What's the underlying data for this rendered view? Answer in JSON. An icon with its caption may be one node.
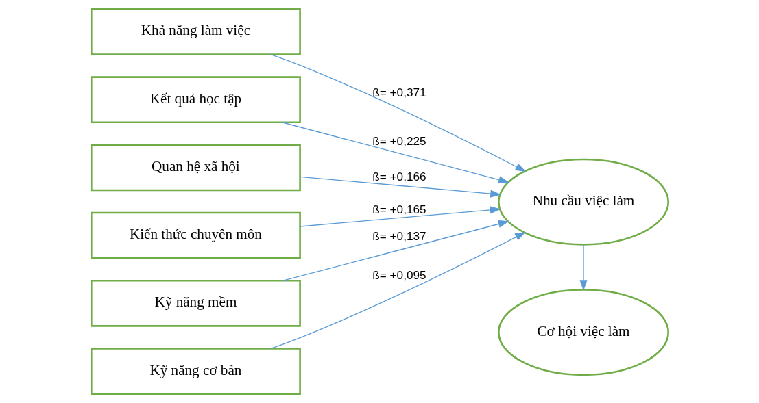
{
  "diagram": {
    "nodes": [
      {
        "text": [
          "Khả năng làm việc"
        ]
      },
      {
        "text": [
          "Kết quả học tập"
        ]
      },
      {
        "text": [
          "Quan hệ xã hội"
        ]
      },
      {
        "text": [
          "Kiến thức chuyên môn"
        ]
      },
      {
        "text": [
          "Kỹ năng mềm"
        ]
      },
      {
        "text": [
          "Kỹ năng cơ bản"
        ]
      },
      {
        "text": [
          "Nhu cầu việc làm"
        ]
      },
      {
        "text": [
          "Cơ hội việc làm"
        ]
      }
    ],
    "edges": [
      {
        "from": 0,
        "to": 6,
        "arrow": "to",
        "label": "ß= +0,371"
      },
      {
        "from": 1,
        "to": 6,
        "arrow": "to",
        "label": "ß= +0,225"
      },
      {
        "from": 2,
        "to": 6,
        "arrow": "to",
        "label": "ß= +0,166"
      },
      {
        "from": 3,
        "to": 6,
        "arrow": "to",
        "label": "ß= +0,165"
      },
      {
        "from": 4,
        "to": 6,
        "arrow": "to",
        "label": "ß= +0,137"
      },
      {
        "from": 5,
        "to": 6,
        "arrow": "to",
        "label": "ß= +0,095"
      },
      {
        "from": 6,
        "to": 7,
        "arrow": "to"
      }
    ]
  }
}
